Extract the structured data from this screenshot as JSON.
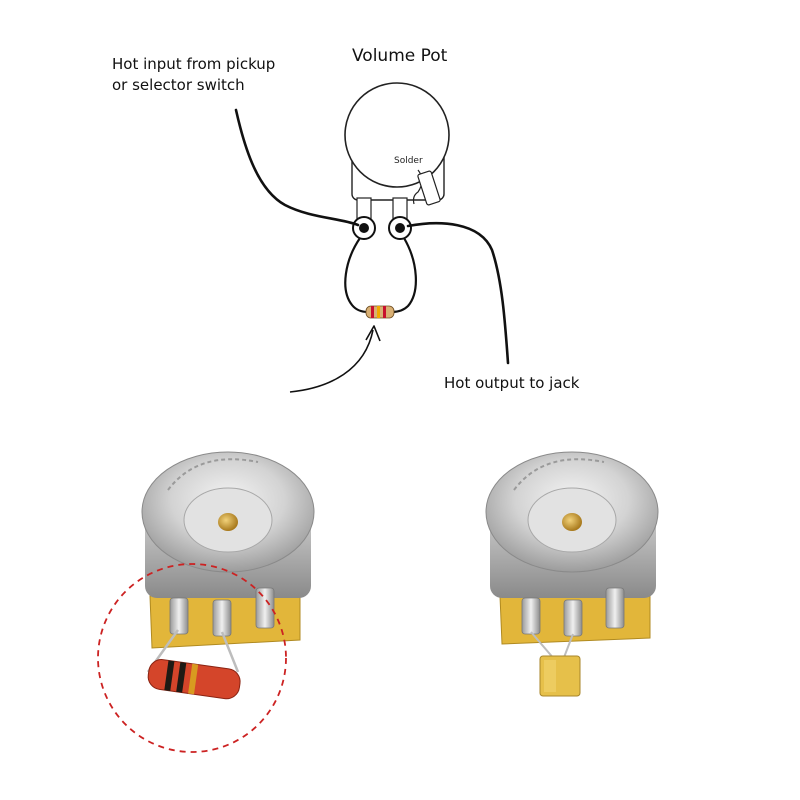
{
  "diagram": {
    "title": "Volume Pot",
    "input_label_line1": "Hot input from pickup",
    "input_label_line2": "or selector switch",
    "output_label": "Hot output to jack",
    "solder_label": "Solder"
  },
  "colors": {
    "wire": "#111111",
    "pot_body": "#ffffff",
    "resistor_body": "#d9b074",
    "resistor_band_1": "#c8102e",
    "resistor_band_2": "#f2a900",
    "photo_resistor": "#d4452a",
    "photo_capacitor": "#e6c04a",
    "pcb": "#e2b63a",
    "highlight_circle": "#cc2222"
  }
}
